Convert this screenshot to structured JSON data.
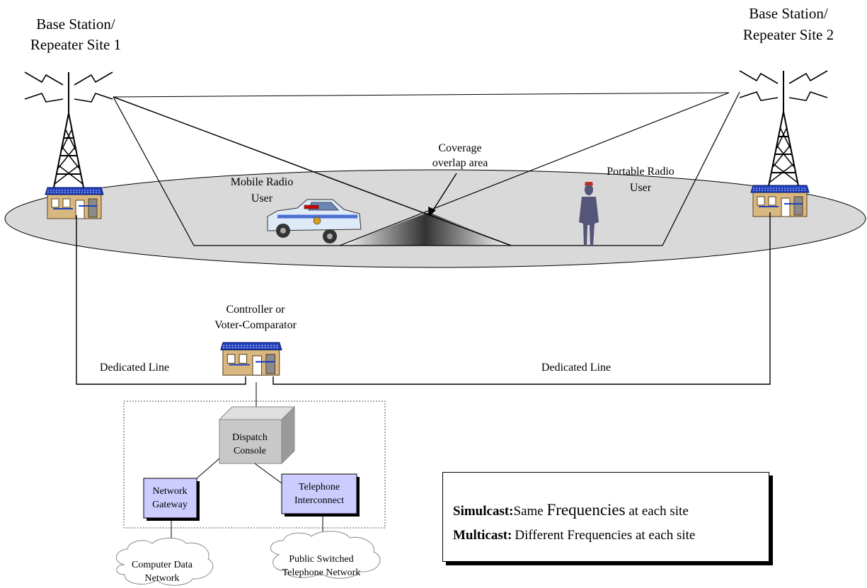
{
  "sites": {
    "site1": {
      "line1": "Base Station/",
      "line2": "Repeater Site 1"
    },
    "site2": {
      "line1": "Base Station/",
      "line2": "Repeater Site 2"
    }
  },
  "coverage": {
    "line1": "Coverage",
    "line2": "overlap area"
  },
  "mobile": {
    "line1": "Mobile Radio",
    "line2": "User"
  },
  "portable": {
    "line1": "Portable Radio",
    "line2": "User"
  },
  "controller": {
    "line1": "Controller or",
    "line2": "Voter-Comparator"
  },
  "dedicated_left": "Dedicated Line",
  "dedicated_right": "Dedicated Line",
  "dispatch": {
    "line1": "Dispatch",
    "line2": "Console"
  },
  "gateway": {
    "line1": "Network",
    "line2": "Gateway"
  },
  "telephone": {
    "line1": "Telephone",
    "line2": "Interconnect"
  },
  "computer_net": {
    "line1": "Computer Data",
    "line2": "Network"
  },
  "pstn": {
    "line1": "Public Switched",
    "line2": "Telephone Network"
  },
  "legend": {
    "simulcast_label": "Simulcast:",
    "simulcast_text_a": "Same ",
    "simulcast_text_b": "Frequencies",
    "simulcast_text_c": " at each site",
    "multicast_label": "Multicast:",
    "multicast_text": "Different Frequencies at each site"
  },
  "colors": {
    "ground": "#d9d9d9",
    "box_fill": "#ccccff",
    "cube": "#bfbfbf",
    "building_roof": "#1f3fbf",
    "building_wall": "#d9b880"
  }
}
